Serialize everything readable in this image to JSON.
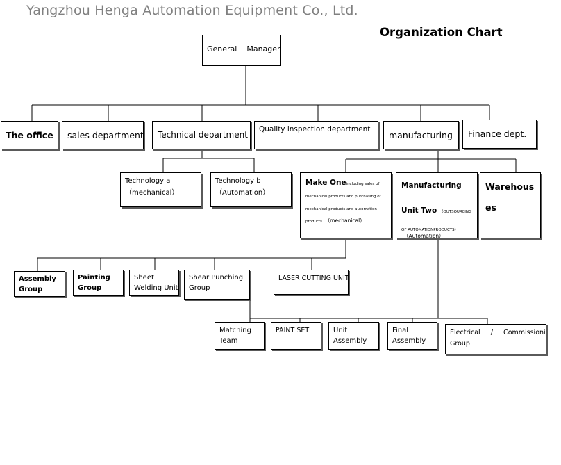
{
  "header": {
    "company": "Yangzhou Henga Automation Equipment Co., Ltd.",
    "title": "Organization Chart"
  },
  "nodes": {
    "general_manager": "General    Manager",
    "the_office": "The office",
    "sales": "sales department",
    "technical": "Technical department",
    "quality": "Quality inspection department",
    "manufacturing": "manufacturing",
    "finance": "Finance dept.",
    "tech_a_line1": "Technology a",
    "tech_a_line2": "（mechanical）",
    "tech_b_line1": "Technology b",
    "tech_b_line2": "（Automation）",
    "make_one_title": "Make One",
    "make_one_note": "including sales of mechanical products and purchasing of mechanical products and automation products",
    "make_one_tag": "（mechanical）",
    "mfg_two_line1": "Manufacturing",
    "mfg_two_line2": "Unit Two",
    "mfg_two_note": "（OUTSOURCING OF AUTOMATIONPRODUCTS）",
    "mfg_two_tag": "（Automation）",
    "warehouses_line1": "Warehous",
    "warehouses_line2": "es",
    "assembly_line1": "Assembly",
    "assembly_line2": "Group",
    "painting_line1": "Painting",
    "painting_line2": "Group",
    "sheet_line1": "Sheet",
    "sheet_line2": "Welding Unit",
    "shear_line1": "Shear Punching",
    "shear_line2": "Group",
    "laser": "LASER CUTTING UNIT",
    "matching_line1": "Matching",
    "matching_line2": "Team",
    "paint_set": "PAINT SET",
    "unit_line1": "Unit",
    "unit_line2": "Assembly",
    "final_line1": "Final",
    "final_line2": "Assembly",
    "electrical_line1": "Electrical     /     Commissioning",
    "electrical_line2": "Group"
  }
}
